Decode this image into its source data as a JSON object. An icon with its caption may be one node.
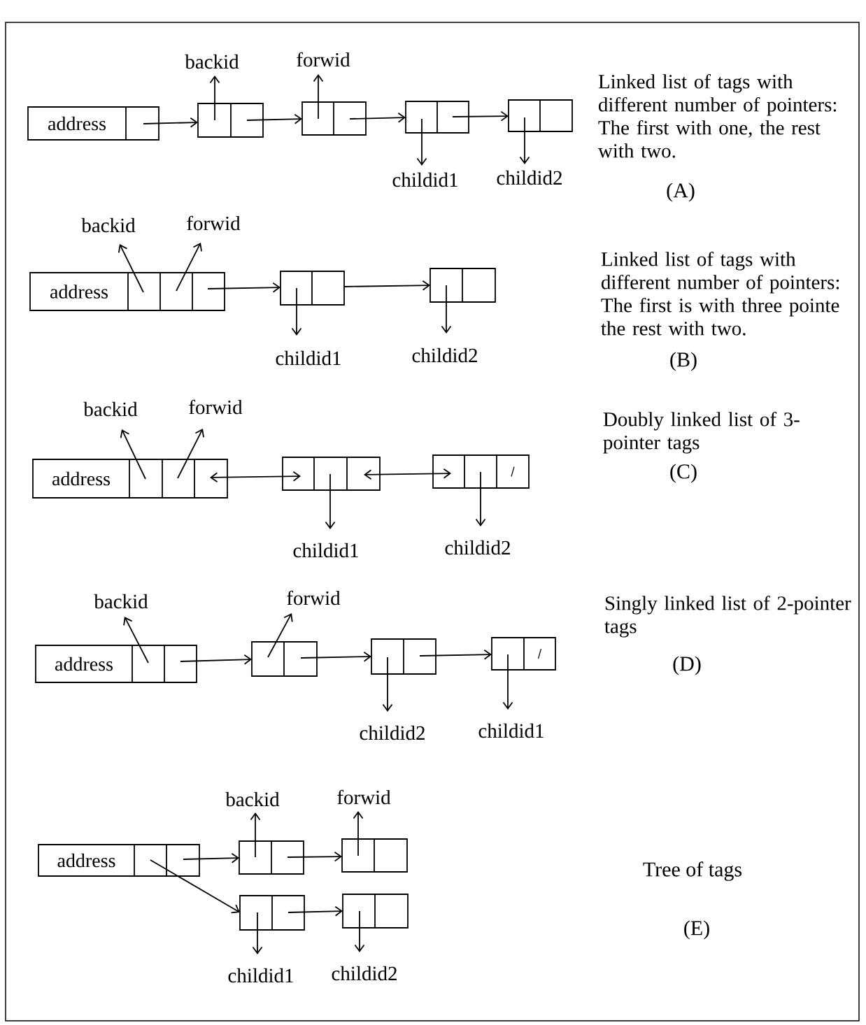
{
  "diagram": {
    "nodes": [
      {
        "text": [
          "backid"
        ]
      },
      {
        "text": [
          "forwid"
        ]
      },
      {
        "text": [
          "address"
        ]
      },
      {
        "text": [],
        "shape": "box"
      },
      {
        "text": [],
        "shape": "box"
      },
      {
        "text": [],
        "shape": "box"
      },
      {
        "text": [],
        "shape": "box"
      },
      {
        "text": [
          "childid1"
        ]
      },
      {
        "text": [
          "childid2"
        ]
      },
      {
        "text": [
          "backid"
        ]
      },
      {
        "text": [
          "forwid"
        ]
      },
      {
        "text": [
          "address"
        ]
      },
      {
        "text": [],
        "shape": "box"
      },
      {
        "text": [],
        "shape": "box"
      },
      {
        "text": [
          "childid1"
        ]
      },
      {
        "text": [
          "childid2"
        ]
      },
      {
        "text": [
          "backid"
        ]
      },
      {
        "text": [
          "forwid"
        ]
      },
      {
        "text": [
          "address"
        ]
      },
      {
        "text": [],
        "shape": "box"
      },
      {
        "text": [],
        "shape": "box"
      },
      {
        "text": [
          "childid1"
        ]
      },
      {
        "text": [
          "childid2"
        ]
      },
      {
        "text": [
          "backid"
        ]
      },
      {
        "text": [
          "forwid"
        ]
      },
      {
        "text": [
          "address"
        ]
      },
      {
        "text": [],
        "shape": "box"
      },
      {
        "text": [],
        "shape": "box"
      },
      {
        "text": [],
        "shape": "box"
      },
      {
        "text": [
          "childid2"
        ]
      },
      {
        "text": [
          "childid1"
        ]
      },
      {
        "text": [
          "backid"
        ]
      },
      {
        "text": [
          "forwid"
        ]
      },
      {
        "text": [
          "address"
        ]
      },
      {
        "text": [],
        "shape": "box"
      },
      {
        "text": [],
        "shape": "box"
      },
      {
        "text": [],
        "shape": "box"
      },
      {
        "text": [],
        "shape": "box"
      },
      {
        "text": [
          "childid1"
        ]
      },
      {
        "text": [
          "childid2"
        ]
      }
    ],
    "edges": [
      {
        "from": 2,
        "to": 3,
        "arrow": "to"
      },
      {
        "from": 3,
        "to": 4,
        "arrow": "to"
      },
      {
        "from": 4,
        "to": 5,
        "arrow": "to"
      },
      {
        "from": 5,
        "to": 6,
        "arrow": "to"
      },
      {
        "from": 3,
        "to": 0,
        "arrow": "to"
      },
      {
        "from": 4,
        "to": 1,
        "arrow": "to"
      },
      {
        "from": 5,
        "to": 7,
        "arrow": "to"
      },
      {
        "from": 6,
        "to": 8,
        "arrow": "to"
      },
      {
        "from": 11,
        "to": 9,
        "arrow": "to"
      },
      {
        "from": 11,
        "to": 10,
        "arrow": "to"
      },
      {
        "from": 11,
        "to": 12,
        "arrow": "to"
      },
      {
        "from": 12,
        "to": 13,
        "arrow": "to"
      },
      {
        "from": 12,
        "to": 14,
        "arrow": "to"
      },
      {
        "from": 13,
        "to": 15,
        "arrow": "to"
      },
      {
        "from": 18,
        "to": 16,
        "arrow": "to"
      },
      {
        "from": 18,
        "to": 17,
        "arrow": "to"
      },
      {
        "from": 18,
        "to": 19,
        "arrow": "both"
      },
      {
        "from": 19,
        "to": 20,
        "arrow": "both"
      },
      {
        "from": 19,
        "to": 21,
        "arrow": "to"
      },
      {
        "from": 20,
        "to": 22,
        "arrow": "to"
      },
      {
        "from": 25,
        "to": 23,
        "arrow": "to"
      },
      {
        "from": 25,
        "to": 26,
        "arrow": "to"
      },
      {
        "from": 26,
        "to": 24,
        "arrow": "to"
      },
      {
        "from": 26,
        "to": 27,
        "arrow": "to"
      },
      {
        "from": 27,
        "to": 28,
        "arrow": "to"
      },
      {
        "from": 27,
        "to": 29,
        "arrow": "to"
      },
      {
        "from": 28,
        "to": 30,
        "arrow": "to"
      },
      {
        "from": 33,
        "to": 34,
        "arrow": "to"
      },
      {
        "from": 34,
        "to": 35,
        "arrow": "to"
      },
      {
        "from": 33,
        "to": 36,
        "arrow": "to"
      },
      {
        "from": 36,
        "to": 37,
        "arrow": "to"
      },
      {
        "from": 34,
        "to": 31,
        "arrow": "to"
      },
      {
        "from": 35,
        "to": 32,
        "arrow": "to"
      },
      {
        "from": 36,
        "to": 38,
        "arrow": "to"
      },
      {
        "from": 37,
        "to": 39,
        "arrow": "to"
      }
    ],
    "labels": [
      "Linked list of tags with different number of pointers: The first with one, the rest with two.",
      "(A)",
      "Linked list of tags with different number of pointers: The first is with three pointe the rest with two.",
      "(B)",
      "Doubly linked list of 3-pointer tags",
      "(C)",
      "Singly linked list of 2-pointer tags",
      "(D)",
      "Tree of tags",
      "(E)"
    ]
  }
}
